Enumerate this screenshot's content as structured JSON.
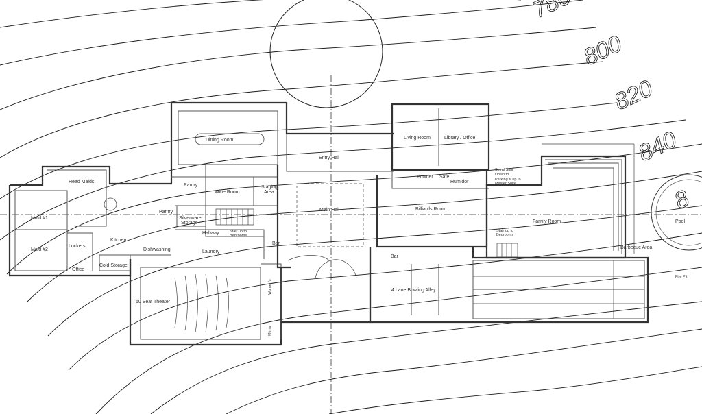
{
  "title": "Floor plan with terrain contours",
  "contours": {
    "c780": "780",
    "c800": "800",
    "c820": "820",
    "c840": "840",
    "c860": "8"
  },
  "rooms": {
    "dining_room": "Dining Room",
    "entry_hall": "Entry Hall",
    "living_room": "Living Room",
    "library_office": "Library / Office",
    "powder": "Powder",
    "safe": "Safe",
    "humidor": "Humidor",
    "spiral_stair": [
      "Spiral Stair",
      "Down to",
      "Parking & up to",
      "Master Suite"
    ],
    "main_hall": "Main Hall",
    "billiards_room": "Billiards Room",
    "stair_up_east": [
      "Stair up to",
      "Bedrooms"
    ],
    "family_room": "Family Room",
    "pool": "Pool",
    "barbecue_area": "Barbecue Area",
    "fire_pit": "Fire Pit",
    "bar_east": "Bar",
    "bar_west": "Bar",
    "bowling_alley": "4 Lane Bowling Alley",
    "theater": "60 Seat Theater",
    "womens": "Women's",
    "mens": "Men's",
    "head_maids": "Head Maids",
    "maid_1": "Maid #1",
    "maid_2": "Maid #2",
    "lockers": "Lockers",
    "office": "Office",
    "kitchen": "Kitchen",
    "cold_storage": "Cold Storage",
    "dishwashing": "Dishwashing",
    "pantry_upper": "Pantry",
    "pantry_lower": "Pantry",
    "silverware_storage": [
      "Silverware",
      "Storage"
    ],
    "wine_room": "Wine Room",
    "staging_area": [
      "Staging",
      "Area"
    ],
    "hallway": "Hallway",
    "stair_up_west": [
      "Stair up to",
      "Bedrooms"
    ],
    "laundry": "Laundry"
  }
}
